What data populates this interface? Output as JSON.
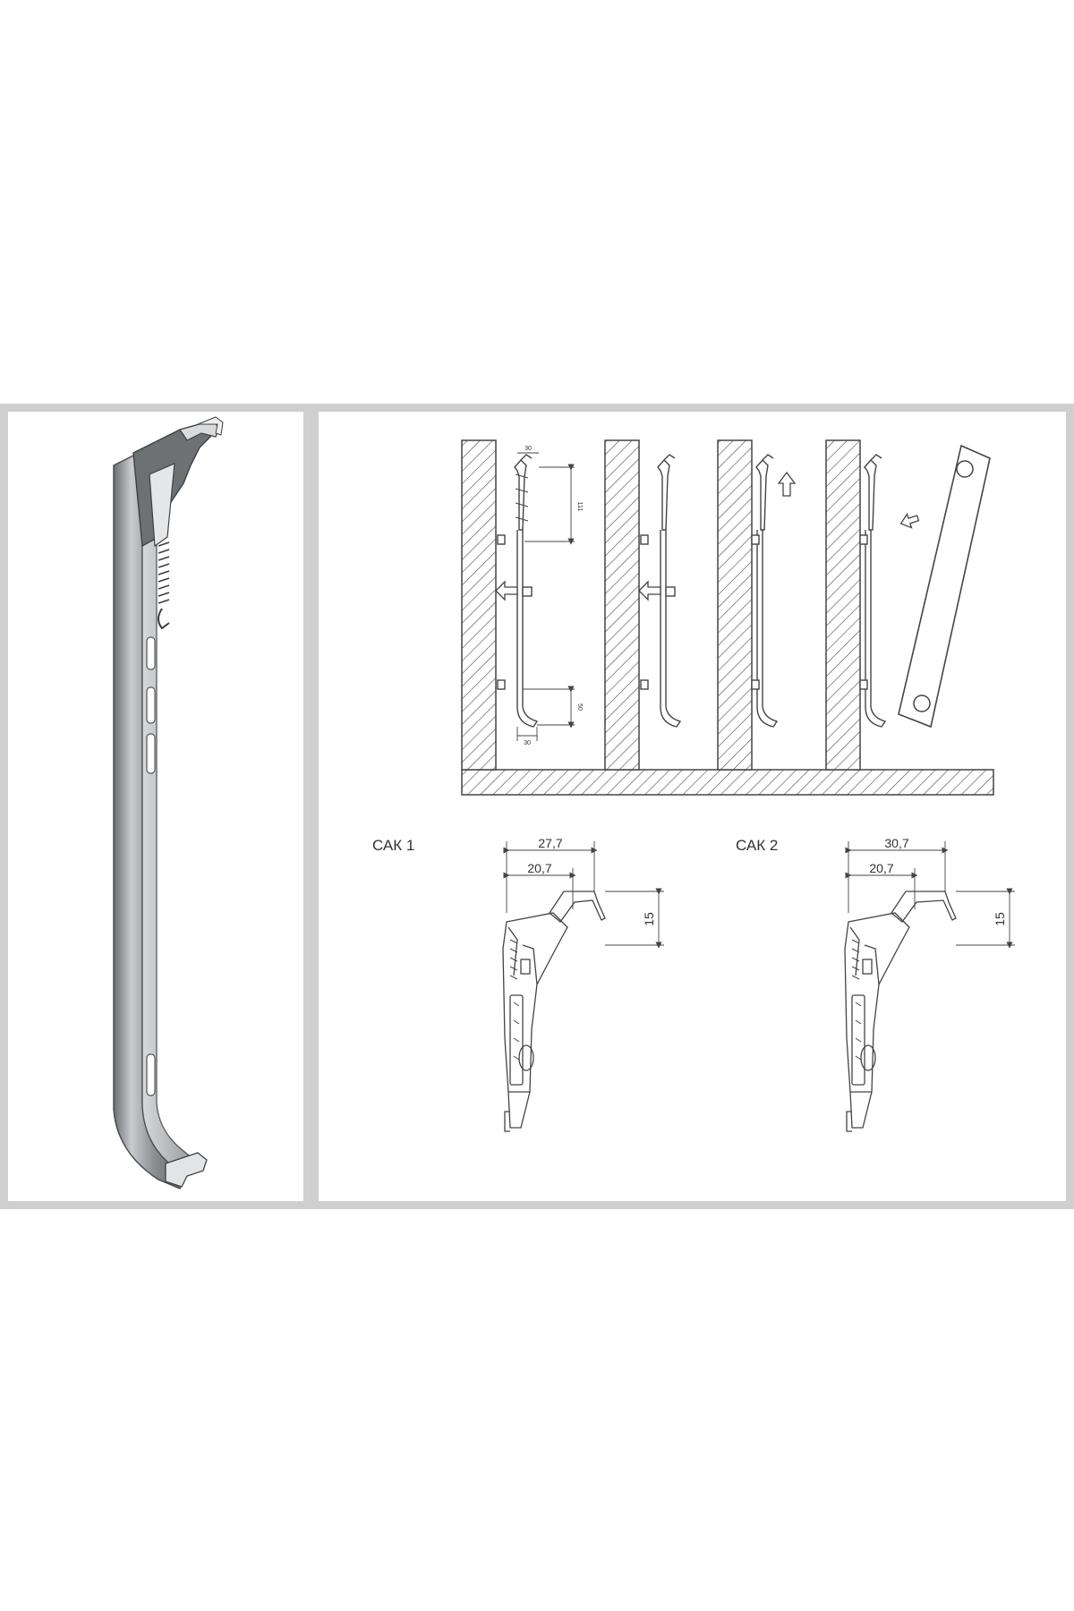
{
  "colors": {
    "frame": "#cfcfcf",
    "line": "#444444",
    "bracket_dark": "#5a5d60",
    "bracket_light": "#b9bcbf",
    "bracket_mid": "#8b8e91"
  },
  "variants": [
    {
      "label": "САК 1",
      "dim_outer": "27,7",
      "dim_inner": "20,7",
      "dim_height": "15"
    },
    {
      "label": "САК 2",
      "dim_outer": "30,7",
      "dim_inner": "20,7",
      "dim_height": "15"
    }
  ],
  "step1_dims": {
    "top_width": "30",
    "top_height": "111",
    "bottom_height": "50",
    "bottom_width": "30"
  },
  "icons": [
    "bracket-3d-icon",
    "wall-hatch-icon",
    "arrow-left-icon",
    "arrow-up-icon",
    "radiator-panel-icon"
  ]
}
